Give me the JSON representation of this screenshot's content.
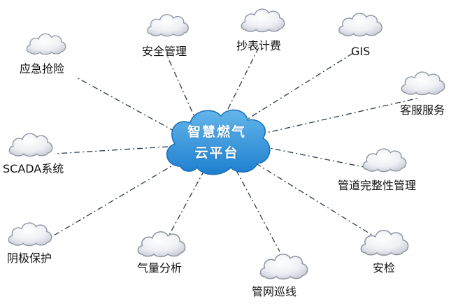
{
  "center": {
    "line1": "智慧燃气",
    "line2": "云平台"
  },
  "nodes": [
    {
      "id": "emergency",
      "label": "应急抢险"
    },
    {
      "id": "safety",
      "label": "安全管理"
    },
    {
      "id": "meter",
      "label": "抄表计费"
    },
    {
      "id": "gis",
      "label": "GIS"
    },
    {
      "id": "customer",
      "label": "客服服务"
    },
    {
      "id": "scada",
      "label": "SCADA系统"
    },
    {
      "id": "pipeline-integrity",
      "label": "管道完整性管理"
    },
    {
      "id": "cathodic",
      "label": "阴极保护"
    },
    {
      "id": "gas-analysis",
      "label": "气量分析"
    },
    {
      "id": "patrol",
      "label": "管网巡线"
    },
    {
      "id": "inspection",
      "label": "安检"
    }
  ],
  "colors": {
    "center_cloud_top": "#63b6ea",
    "center_cloud_bottom": "#1f7fcf",
    "small_cloud_light": "#ffffff",
    "small_cloud_dark": "#c3c8d2",
    "cloud_outline": "#8f96a3",
    "connector": "#2b3a4a"
  }
}
